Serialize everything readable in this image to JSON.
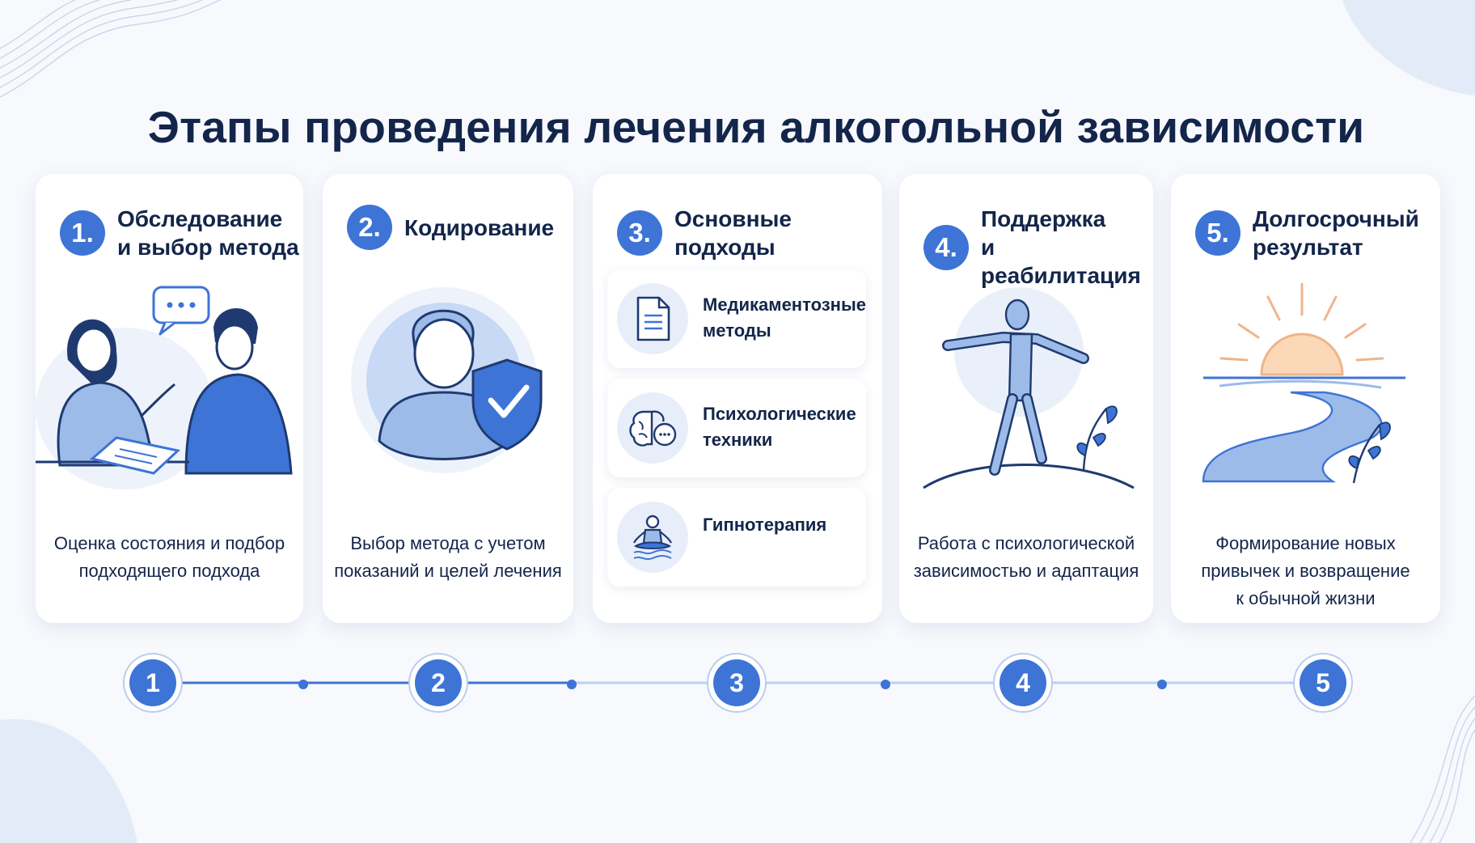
{
  "title": "Этапы проведения лечения алкогольной зависимости",
  "colors": {
    "accent": "#3d74d6",
    "text": "#13254a",
    "light": "#e8eef9"
  },
  "stages": [
    {
      "number": "1.",
      "title": "Обследование\nи выбор метода",
      "description": "Оценка состояния и подбор\nподходящего подхода",
      "icon": "consultation-icon"
    },
    {
      "number": "2.",
      "title": "Кодирование",
      "description": "Выбор метода с учетом\nпоказаний и целей лечения",
      "icon": "person-shield-icon"
    },
    {
      "number": "3.",
      "title": "Основные подходы",
      "approaches": [
        {
          "label": "Медикаментозные\nметоды",
          "icon": "document-icon"
        },
        {
          "label": "Психологические\nтехники",
          "icon": "brain-chat-icon"
        },
        {
          "label": "Гипнотерапия",
          "icon": "meditation-icon"
        }
      ]
    },
    {
      "number": "4.",
      "title": "Поддержка\nи реабилитация",
      "description": "Работа с психологической\nзависимостью и адаптация",
      "icon": "walking-person-icon"
    },
    {
      "number": "5.",
      "title": "Долгосрочный\nрезультат",
      "description": "Формирование новых\nпривычек и возвращение\nк обычной жизни",
      "icon": "sunrise-path-icon"
    }
  ],
  "timeline": [
    "1",
    "2",
    "3",
    "4",
    "5"
  ]
}
